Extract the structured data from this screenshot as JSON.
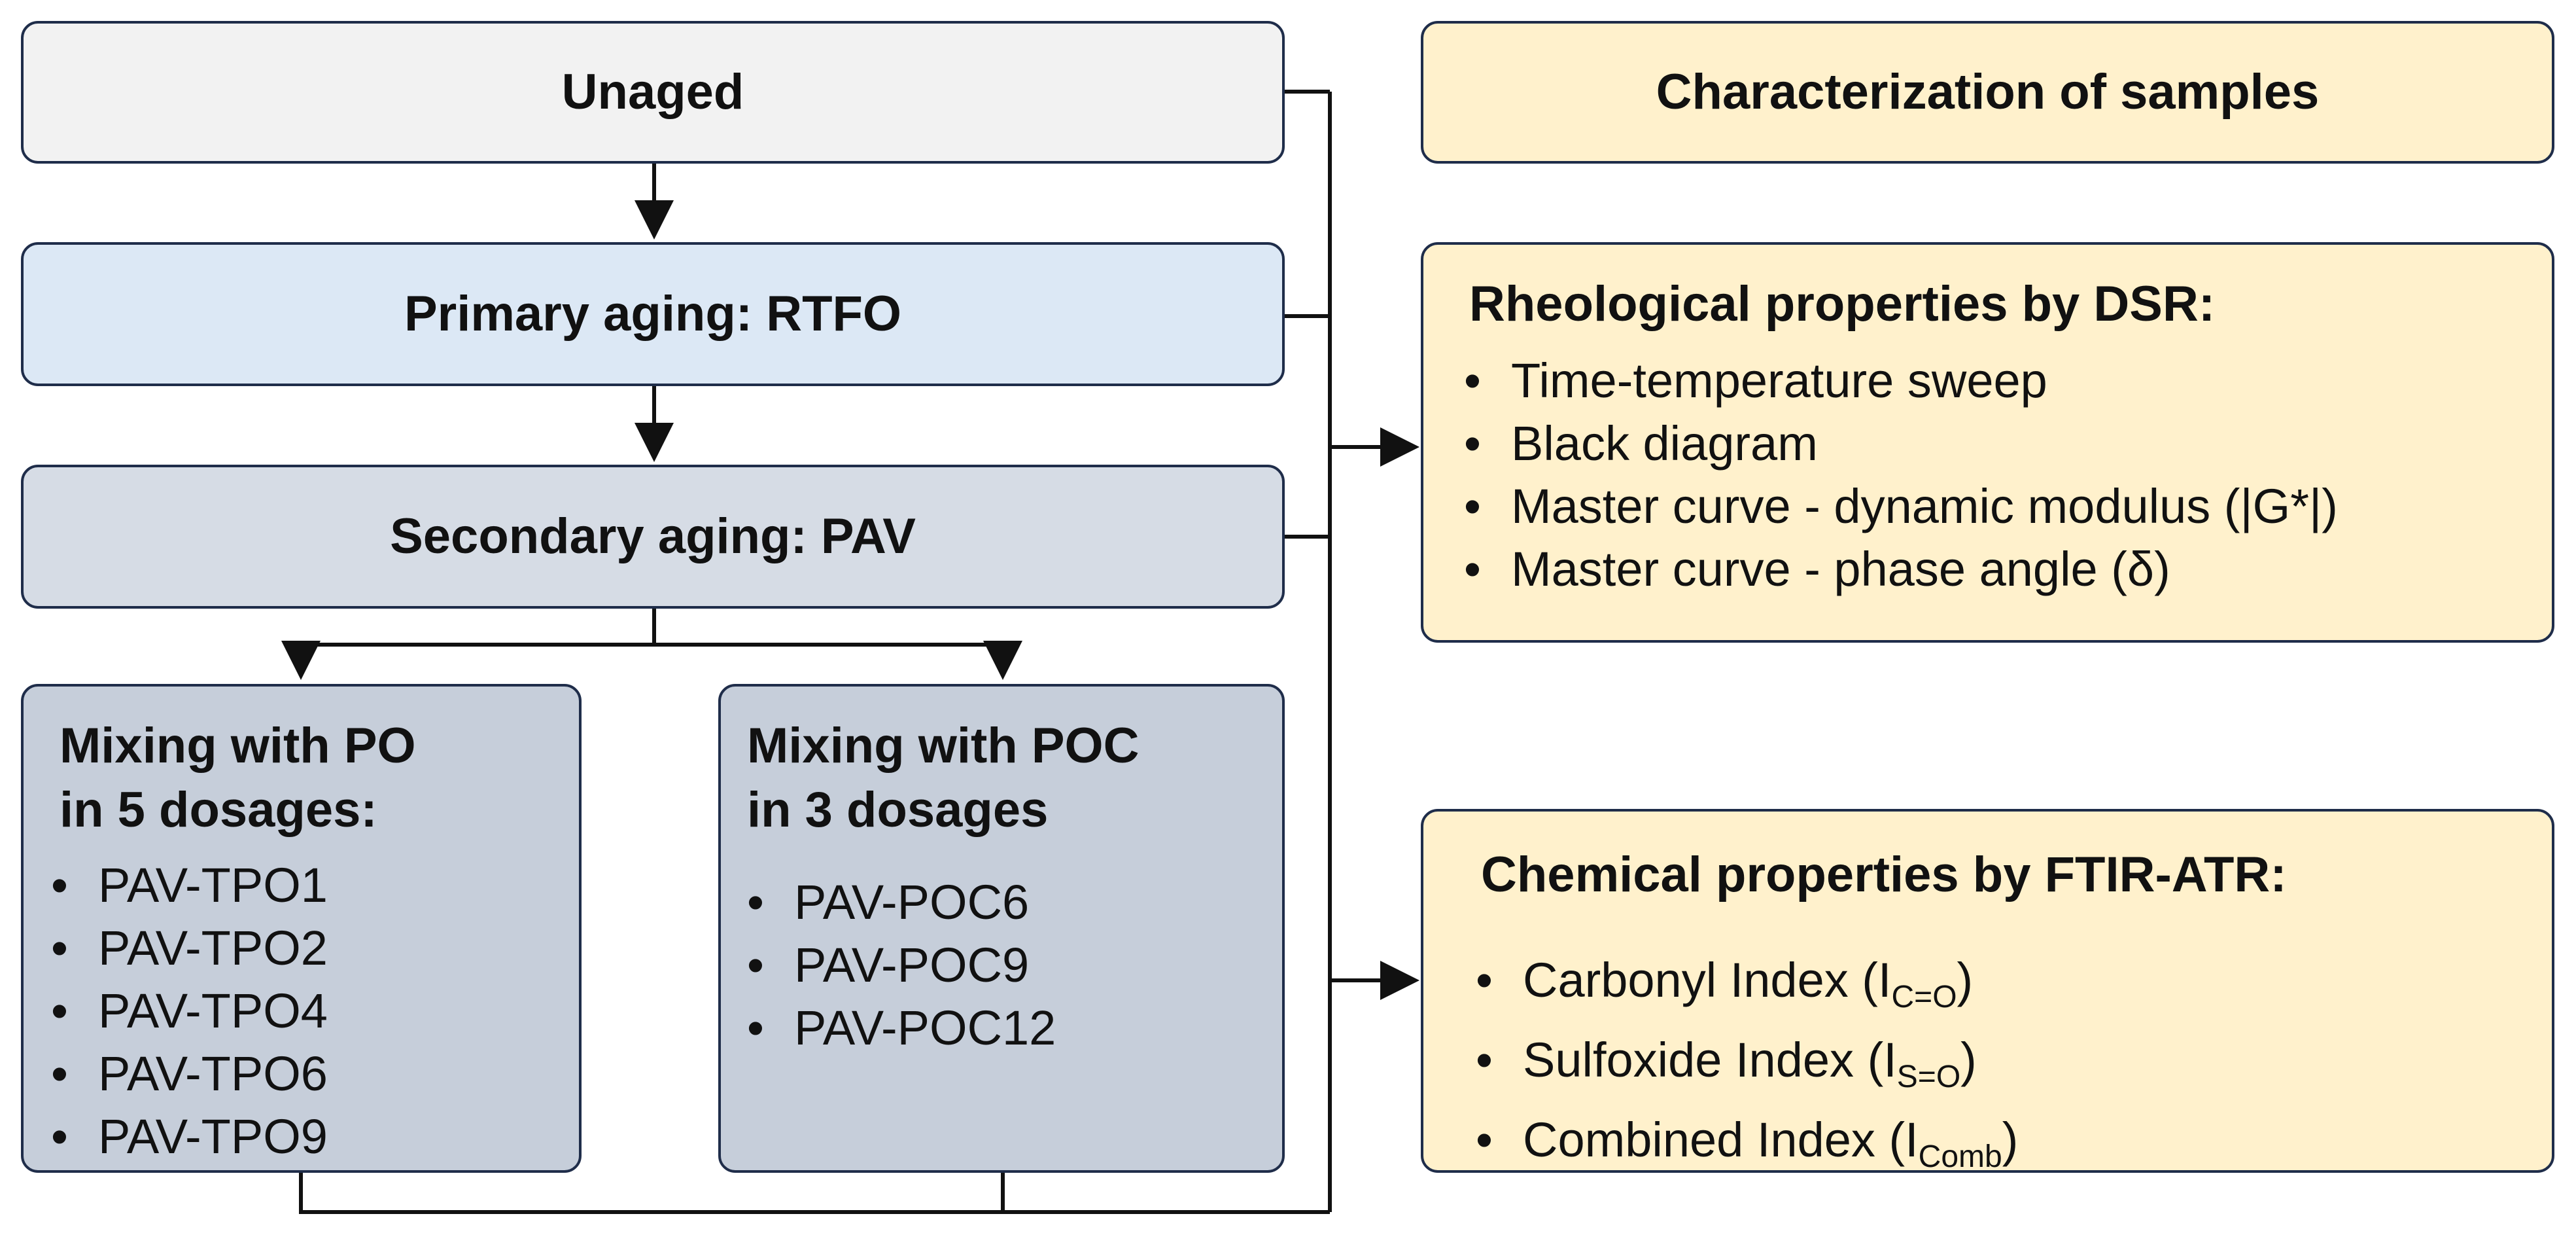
{
  "colors": {
    "unaged_fill": "#f2f2f2",
    "primary_fill": "#dce8f5",
    "secondary_fill": "#d6dce5",
    "mixing_fill": "#c6ceda",
    "characterization_fill": "#fff1cc",
    "border": "#1f2d4a",
    "connector": "#111111"
  },
  "left": {
    "unaged": "Unaged",
    "primary": "Primary aging: RTFO",
    "secondary": "Secondary aging: PAV",
    "mixing_po": {
      "title_line1": "Mixing with PO",
      "title_line2": "in 5 dosages:",
      "items": [
        "PAV-TPO1",
        "PAV-TPO2",
        "PAV-TPO4",
        "PAV-TPO6",
        "PAV-TPO9"
      ]
    },
    "mixing_poc": {
      "title_line1": "Mixing with POC",
      "title_line2": "in 3 dosages",
      "items": [
        "PAV-POC6",
        "PAV-POC9",
        "PAV-POC12"
      ]
    }
  },
  "right": {
    "characterization": "Characterization of samples",
    "rheological": {
      "title": "Rheological properties by DSR:",
      "items": [
        "Time-temperature sweep",
        "Black diagram",
        "Master curve  - dynamic modulus (|G*|)",
        "Master curve  - phase angle (δ)"
      ]
    },
    "chemical": {
      "title": "Chemical properties by FTIR-ATR:",
      "items": [
        {
          "text": "Carbonyl Index (I",
          "sub": "C=O",
          "close": ")"
        },
        {
          "text": "Sulfoxide Index (I",
          "sub": "S=O",
          "close": ")"
        },
        {
          "text": "Combined Index (I",
          "sub": "Comb",
          "close": ")"
        }
      ]
    }
  }
}
